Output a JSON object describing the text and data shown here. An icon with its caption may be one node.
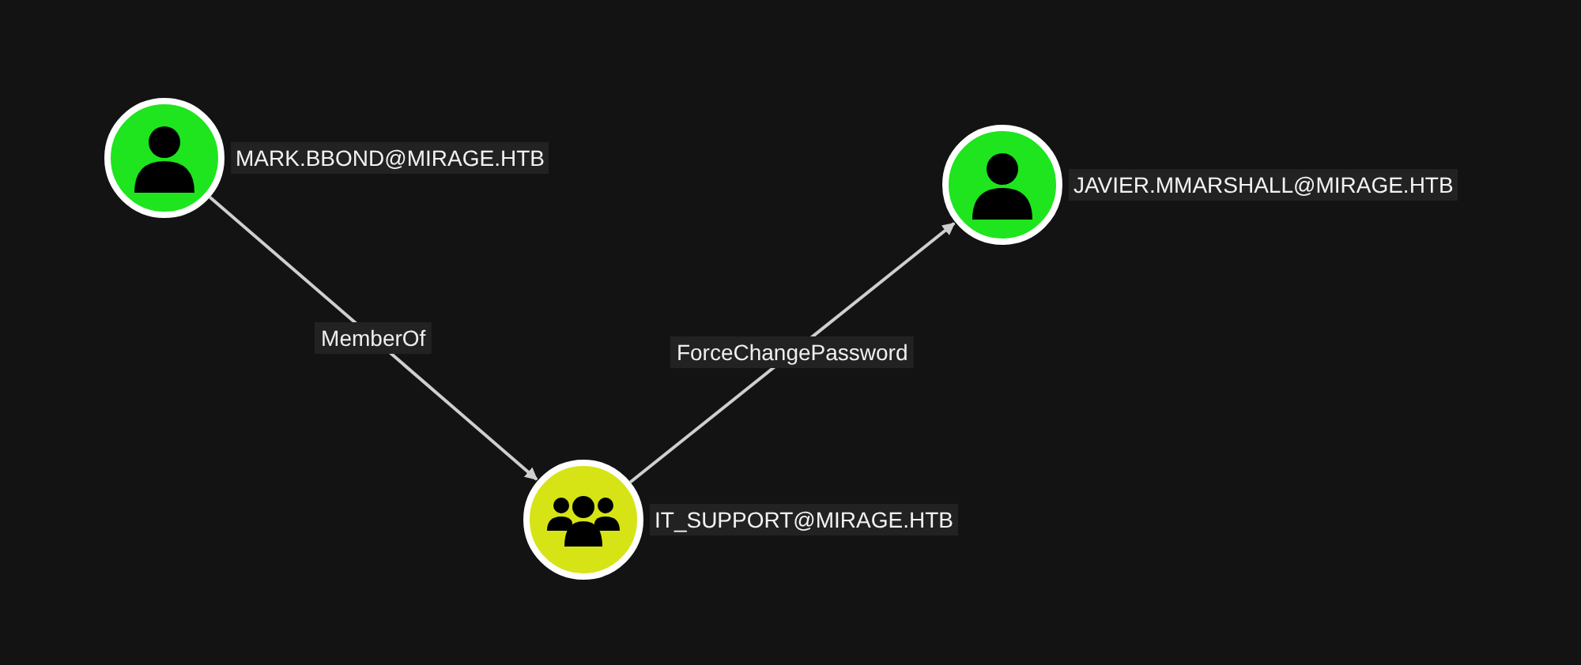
{
  "diagram": {
    "nodes": [
      {
        "text": [
          "MARK.BBOND@MIRAGE.HTB"
        ]
      },
      {
        "text": [
          "JAVIER.MMARSHALL@MIRAGE.HTB"
        ]
      },
      {
        "text": [
          "IT_SUPPORT@MIRAGE.HTB"
        ]
      }
    ],
    "edges": [
      {
        "from": 0,
        "to": 2,
        "arrow": "to",
        "label": "MemberOf"
      },
      {
        "from": 2,
        "to": 1,
        "arrow": "to",
        "label": "ForceChangePassword"
      }
    ]
  }
}
